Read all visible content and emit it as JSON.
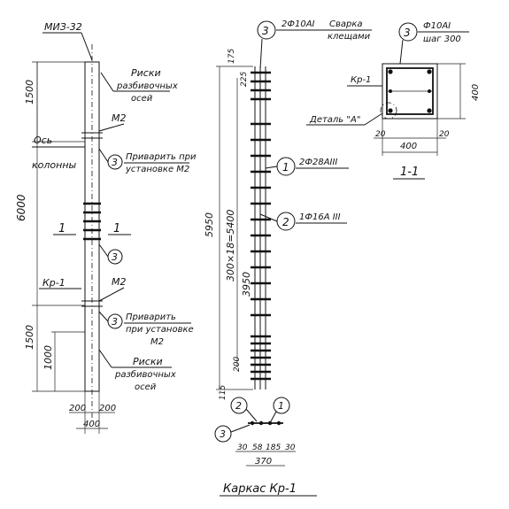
{
  "column_elevation": {
    "embedded_part": "МИЗ-32",
    "top_dim": "1500",
    "total_dim": "6000",
    "bottom_dim": "1500",
    "bottom_sub_dim": "1000",
    "axis_label_1": "Ось",
    "axis_label_2": "колонны",
    "m2_top": "М2",
    "m2_bottom": "М2",
    "section_mark_left": "1",
    "section_mark_right": "1",
    "cage_label": "Кр-1",
    "marks_top_1": "Риски",
    "marks_top_2": "разбивочных",
    "marks_top_3": "осей",
    "weld_top_1": "Приварить при",
    "weld_top_2": "установке М2",
    "weld_bot_1": "Приварить",
    "weld_bot_2": "при установке",
    "weld_bot_3": "М2",
    "marks_bot_1": "Риски",
    "marks_bot_2": "разбивочных",
    "marks_bot_3": "осей",
    "width_half_l": "200",
    "width_half_r": "200",
    "width_total": "400",
    "callout_3": "3"
  },
  "cage": {
    "title": "Каркас Кр-1",
    "top_note_1": "2Ф10АI",
    "top_note_2": "Сварка",
    "top_note_3": "клещами",
    "callout_1": "1",
    "callout_2": "2",
    "callout_3": "3",
    "spec_1": "2Ф28АIII",
    "spec_2": "1Ф16А III",
    "dim_top": "175",
    "dim_225": "225",
    "dim_total": "5950",
    "dim_spacing": "300×18=5400",
    "dim_3950": "3950",
    "dim_200": "200",
    "dim_bottom": "115",
    "sec_dim_l": "30",
    "sec_dim_m1": "58",
    "sec_dim_m2": "185",
    "sec_dim_r": "30",
    "sec_dim_total": "370"
  },
  "section": {
    "spec_1": "Ф10АI",
    "spec_2": "шаг 300",
    "callout_3": "3",
    "cage_label": "Кр-1",
    "detail_label": "Деталь \"А\"",
    "dim_height": "400",
    "dim_width": "400",
    "dim_l": "20",
    "dim_r": "20",
    "title": "1-1"
  }
}
